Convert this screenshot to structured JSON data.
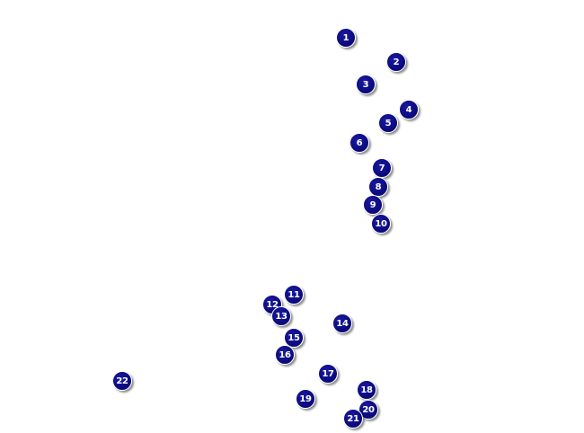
{
  "map": {
    "marker_color": "#0b0b80",
    "marker_text_color": "#ffffff",
    "markers": [
      {
        "label": "1"
      },
      {
        "label": "2"
      },
      {
        "label": "3"
      },
      {
        "label": "4"
      },
      {
        "label": "5"
      },
      {
        "label": "6"
      },
      {
        "label": "7"
      },
      {
        "label": "8"
      },
      {
        "label": "9"
      },
      {
        "label": "10"
      },
      {
        "label": "11"
      },
      {
        "label": "12"
      },
      {
        "label": "13"
      },
      {
        "label": "14"
      },
      {
        "label": "15"
      },
      {
        "label": "16"
      },
      {
        "label": "17"
      },
      {
        "label": "18"
      },
      {
        "label": "19"
      },
      {
        "label": "20"
      },
      {
        "label": "21"
      },
      {
        "label": "22"
      }
    ]
  }
}
